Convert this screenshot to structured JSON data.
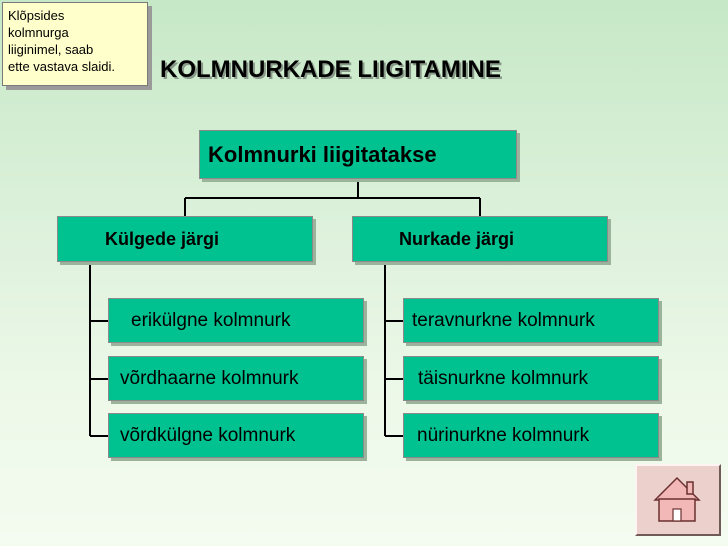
{
  "note": {
    "lines": [
      "Klõpsides",
      "kolmnurga",
      "liiginimel, saab",
      "ette vastava slaidi."
    ]
  },
  "title": "KOLMNURKADE LIIGITAMINE",
  "root": {
    "label": "Kolmnurki liigitatakse"
  },
  "categories": [
    {
      "label": "Külgede järgi",
      "items": [
        "erikülgne kolmnurk",
        "võrdhaarne kolmnurk",
        "võrdkülgne kolmnurk"
      ]
    },
    {
      "label": "Nurkade järgi",
      "items": [
        "teravnurkne kolmnurk",
        "täisnurkne kolmnurk",
        "nürinurkne kolmnurk"
      ]
    }
  ],
  "home_button": {
    "icon": "home-icon"
  },
  "colors": {
    "box": "#00c290",
    "note": "#ffffcc",
    "home_button": "#ecd0cc"
  }
}
